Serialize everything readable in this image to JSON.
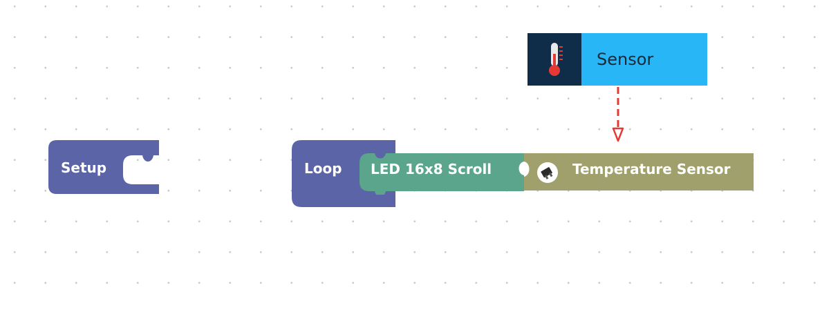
{
  "workspace": {
    "setup_block": {
      "label": "Setup"
    },
    "loop_block": {
      "label": "Loop"
    },
    "led_block": {
      "label": "LED 16x8 Scroll"
    },
    "temperature_block": {
      "label": "Temperature Sensor",
      "icon": "sensor-chip-icon"
    }
  },
  "toolbox": {
    "sensor": {
      "label": "Sensor",
      "icon": "thermometer-icon"
    }
  },
  "colors": {
    "structure_block": "#5c64a8",
    "led_block": "#5ba58c",
    "sensor_block": "#a0a06c",
    "toolbox_icon_bg": "#0f2d49",
    "toolbox_label_bg": "#29b6f6",
    "drop_arrow": "#e53935"
  }
}
